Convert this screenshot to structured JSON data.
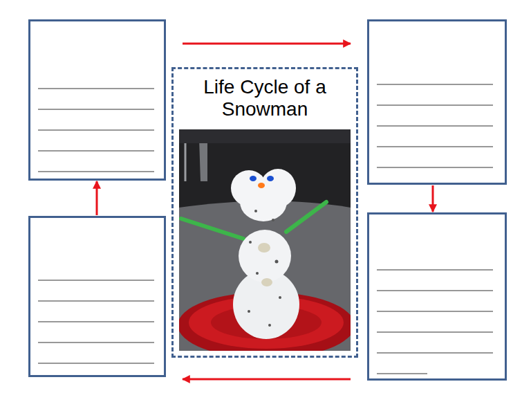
{
  "diagram": {
    "nodes": [
      {
        "text": []
      },
      {
        "text": [
          "Life Cycle of a Snowman"
        ]
      },
      {
        "text": []
      },
      {
        "text": []
      },
      {
        "text": []
      }
    ],
    "edges": [
      {
        "from": 0,
        "to": 2,
        "arrow": "to"
      },
      {
        "from": 2,
        "to": 4,
        "arrow": "to"
      },
      {
        "from": 4,
        "to": 3,
        "arrow": "to"
      },
      {
        "from": 3,
        "to": 0,
        "arrow": "to"
      }
    ]
  }
}
